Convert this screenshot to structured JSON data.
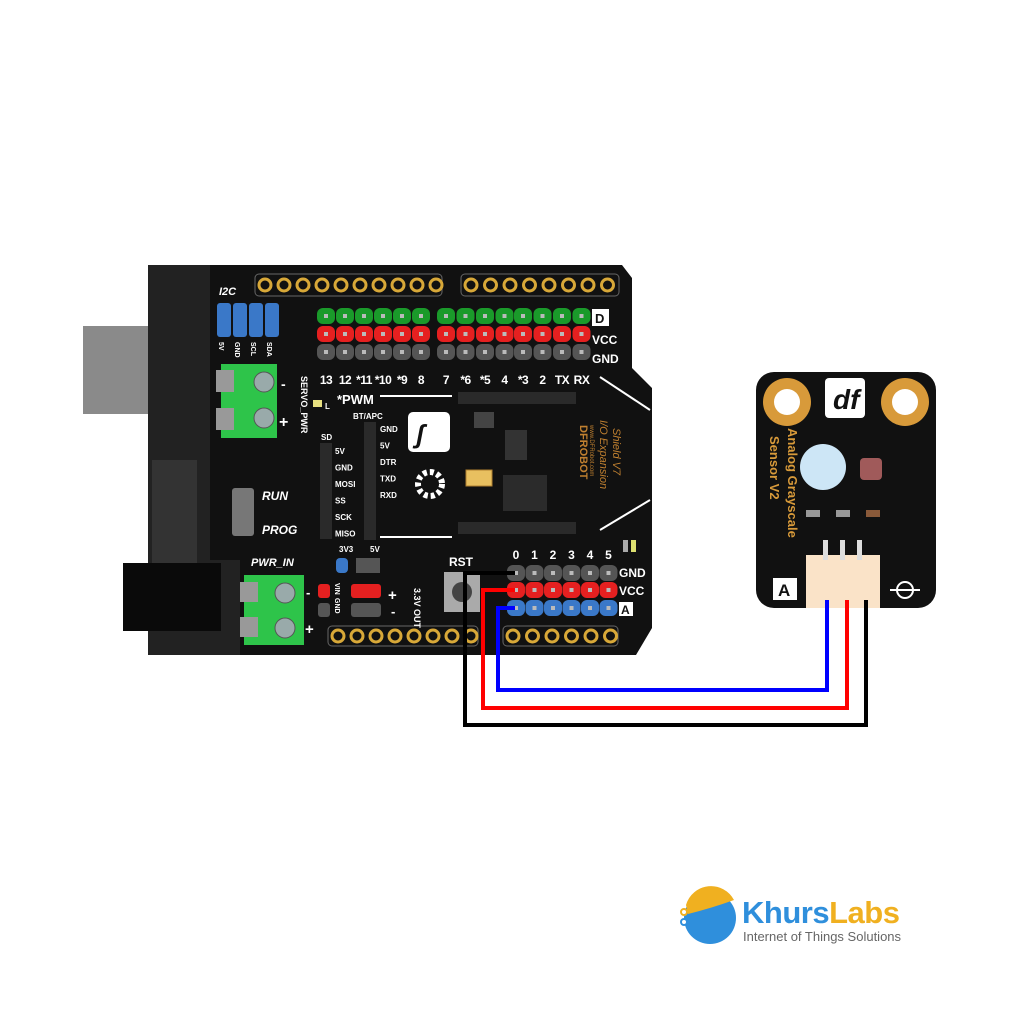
{
  "shield": {
    "i2c_label": "I2C",
    "i2c_pins": [
      "5V",
      "GND",
      "SCL",
      "SDA"
    ],
    "servo_label": "SERVO_PWR",
    "minus": "-",
    "plus": "+",
    "digital_header_label": "D",
    "vcc_label": "VCC",
    "gnd_label": "GND",
    "digital_pins": [
      "13",
      "12",
      "*11",
      "*10",
      "*9",
      "8",
      "7",
      "*6",
      "*5",
      "4",
      "*3",
      "2",
      "TX",
      "RX"
    ],
    "pwm_label": "*PWM",
    "led_label": "L",
    "bt_label": "BT/APC",
    "bt_pins": [
      "GND",
      "5V",
      "DTR",
      "TXD",
      "RXD"
    ],
    "sd_label": "SD",
    "sd_pins": [
      "5V",
      "GND",
      "MOSI",
      "SS",
      "SCK",
      "MISO"
    ],
    "run_label": "RUN",
    "prog_label": "PROG",
    "pwr_in_label": "PWR_IN",
    "v33_label": "3V3",
    "v5_label": "5V",
    "vin_label": "VIN",
    "gnd_small": "GND",
    "out_label": "3.3V OUT",
    "rst_label": "RST",
    "analog_pins": [
      "0",
      "1",
      "2",
      "3",
      "4",
      "5"
    ],
    "analog_label": "A",
    "brand": "DFROBOT",
    "brand_url": "www.DFRobot.com",
    "title": "I/O Expansion",
    "version": "Shield V7"
  },
  "sensor": {
    "name_line1": "Analog Grayscale",
    "name_line2": "Sensor V2",
    "type_badge": "A",
    "logo": "df"
  },
  "wires": [
    {
      "name": "gnd",
      "color": "#000000"
    },
    {
      "name": "vcc",
      "color": "#ff0000"
    },
    {
      "name": "signal",
      "color": "#0000ff"
    }
  ],
  "brand_logo": {
    "part1": "Khurs",
    "part2": "Labs",
    "tagline": "Internet of Things Solutions",
    "color1": "#2f8fdc",
    "color2": "#f0b020"
  }
}
